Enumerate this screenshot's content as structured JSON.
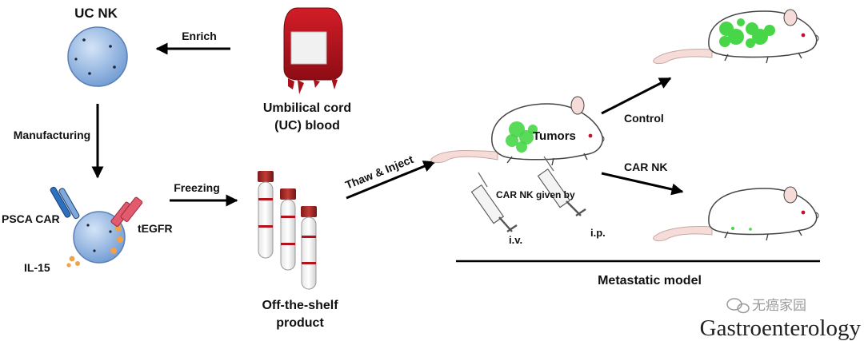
{
  "labels": {
    "uc_nk": "UC NK",
    "enrich": "Enrich",
    "manufacturing": "Manufacturing",
    "freezing": "Freezing",
    "psca_car": "PSCA CAR",
    "tegfr": "tEGFR",
    "il15": "IL-15",
    "cord_blood_line1": "Umbilical cord",
    "cord_blood_line2": "(UC) blood",
    "product_line1": "Off-the-shelf",
    "product_line2": "product",
    "thaw_inject": "Thaw & Inject",
    "tumors": "Tumors",
    "car_nk_given_by": "CAR NK given by",
    "iv": "i.v.",
    "ip": "i.p.",
    "control": "Control",
    "car_nk": "CAR NK",
    "metastatic_model": "Metastatic model"
  },
  "watermark": "无癌家园",
  "journal": "Gastroenterology",
  "colors": {
    "nk_cell": "#8fb3e0",
    "blood": "#b3121c",
    "tumor": "#47d647",
    "mouse_body": "#ffffff",
    "mouse_tail": "#f6dcd8",
    "car_receptor": "#2d6fc0",
    "tegfr": "#e25a6e",
    "il15": "#f0a24a"
  }
}
